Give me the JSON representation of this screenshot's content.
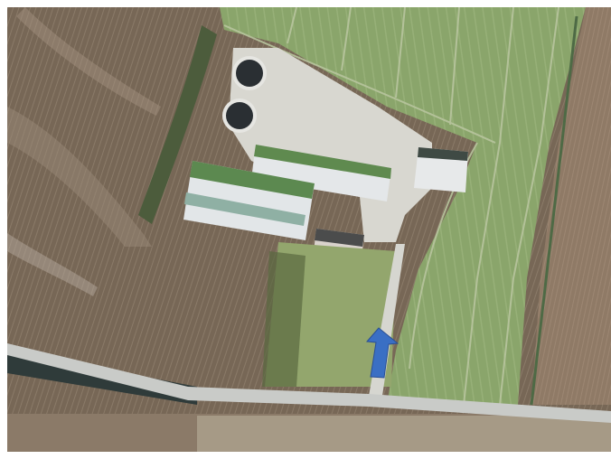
{
  "map": {
    "kind": "aerial-photo",
    "subject": "farmstead",
    "features": [
      {
        "name": "field-west",
        "type": "plowed-field"
      },
      {
        "name": "field-east-green",
        "type": "crop-field"
      },
      {
        "name": "field-far-east",
        "type": "plowed-field"
      },
      {
        "name": "field-south",
        "type": "plowed-field"
      },
      {
        "name": "road",
        "type": "road"
      },
      {
        "name": "access-road",
        "type": "road"
      },
      {
        "name": "gravel-yard",
        "type": "yard"
      },
      {
        "name": "barn-north",
        "type": "building"
      },
      {
        "name": "barn-south",
        "type": "building"
      },
      {
        "name": "shed-east",
        "type": "building"
      },
      {
        "name": "house",
        "type": "building"
      },
      {
        "name": "silo-north",
        "type": "tank"
      },
      {
        "name": "silo-south",
        "type": "tank"
      },
      {
        "name": "tree-row",
        "type": "trees"
      },
      {
        "name": "garden",
        "type": "grass"
      }
    ],
    "marker": {
      "kind": "arrow",
      "direction": "north-northeast",
      "color": "#3a6fc4"
    },
    "colors": {
      "field_brown": "#7a6a5c",
      "field_green": "#8ea86e",
      "road": "#c9cbc8",
      "yard": "#d9d8d2",
      "roof_green": "#5f8a4f",
      "roof_white": "#e7e9ea",
      "marker_blue": "#3a6fc4"
    }
  }
}
